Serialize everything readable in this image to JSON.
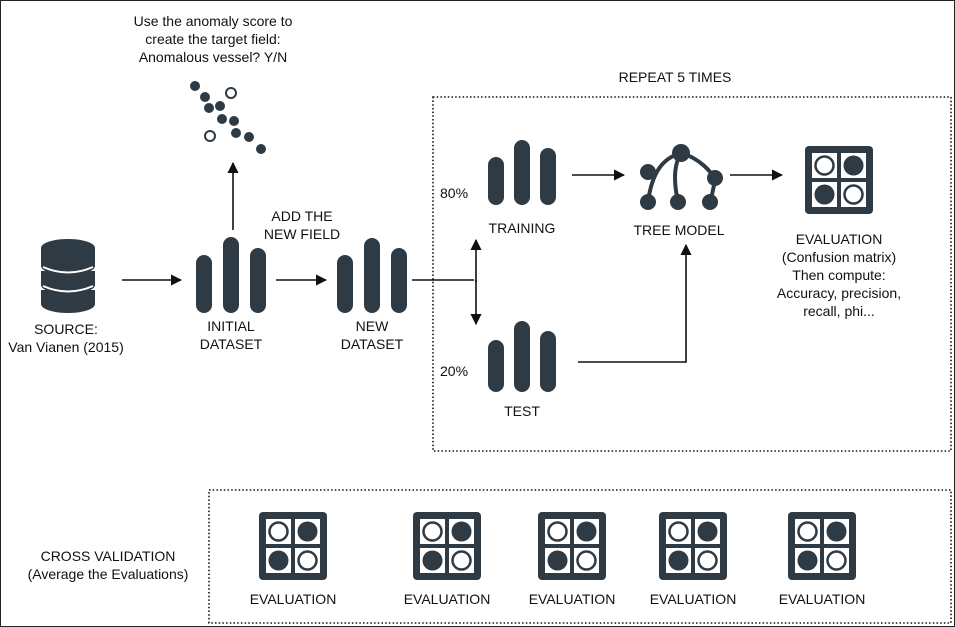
{
  "colors": {
    "icon": "#2e3a44",
    "line": "#111111",
    "background": "#ffffff"
  },
  "source": {
    "line1": "SOURCE:",
    "line2": "Van Vianen (2015)",
    "icon": "database-icon"
  },
  "initial_dataset": {
    "line1": "INITIAL",
    "line2": "DATASET",
    "icon": "bar-columns-icon"
  },
  "anomaly_note": {
    "line1": "Use the anomaly score to",
    "line2": "create the target field:",
    "line3": "Anomalous vessel? Y/N",
    "icon": "dots-cluster-icon"
  },
  "add_field": {
    "line1": "ADD THE",
    "line2": "NEW FIELD"
  },
  "new_dataset": {
    "line1": "NEW",
    "line2": "DATASET",
    "icon": "bar-columns-icon"
  },
  "repeat": {
    "label": "REPEAT 5 TIMES"
  },
  "split": {
    "train_pct": "80%",
    "test_pct": "20%"
  },
  "training": {
    "label": "TRAINING",
    "icon": "bar-columns-icon"
  },
  "test": {
    "label": "TEST",
    "icon": "bar-columns-icon"
  },
  "tree_model": {
    "label": "TREE MODEL",
    "icon": "tree-icon"
  },
  "evaluation": {
    "line1": "EVALUATION",
    "line2": "(Confusion matrix)",
    "line3": "Then compute:",
    "line4": "Accuracy, precision,",
    "line5": "recall, phi...",
    "icon": "confusion-matrix-icon"
  },
  "cross_validation": {
    "line1": "CROSS VALIDATION",
    "line2": "(Average the Evaluations)",
    "items": [
      {
        "label": "EVALUATION"
      },
      {
        "label": "EVALUATION"
      },
      {
        "label": "EVALUATION"
      },
      {
        "label": "EVALUATION"
      },
      {
        "label": "EVALUATION"
      }
    ]
  }
}
